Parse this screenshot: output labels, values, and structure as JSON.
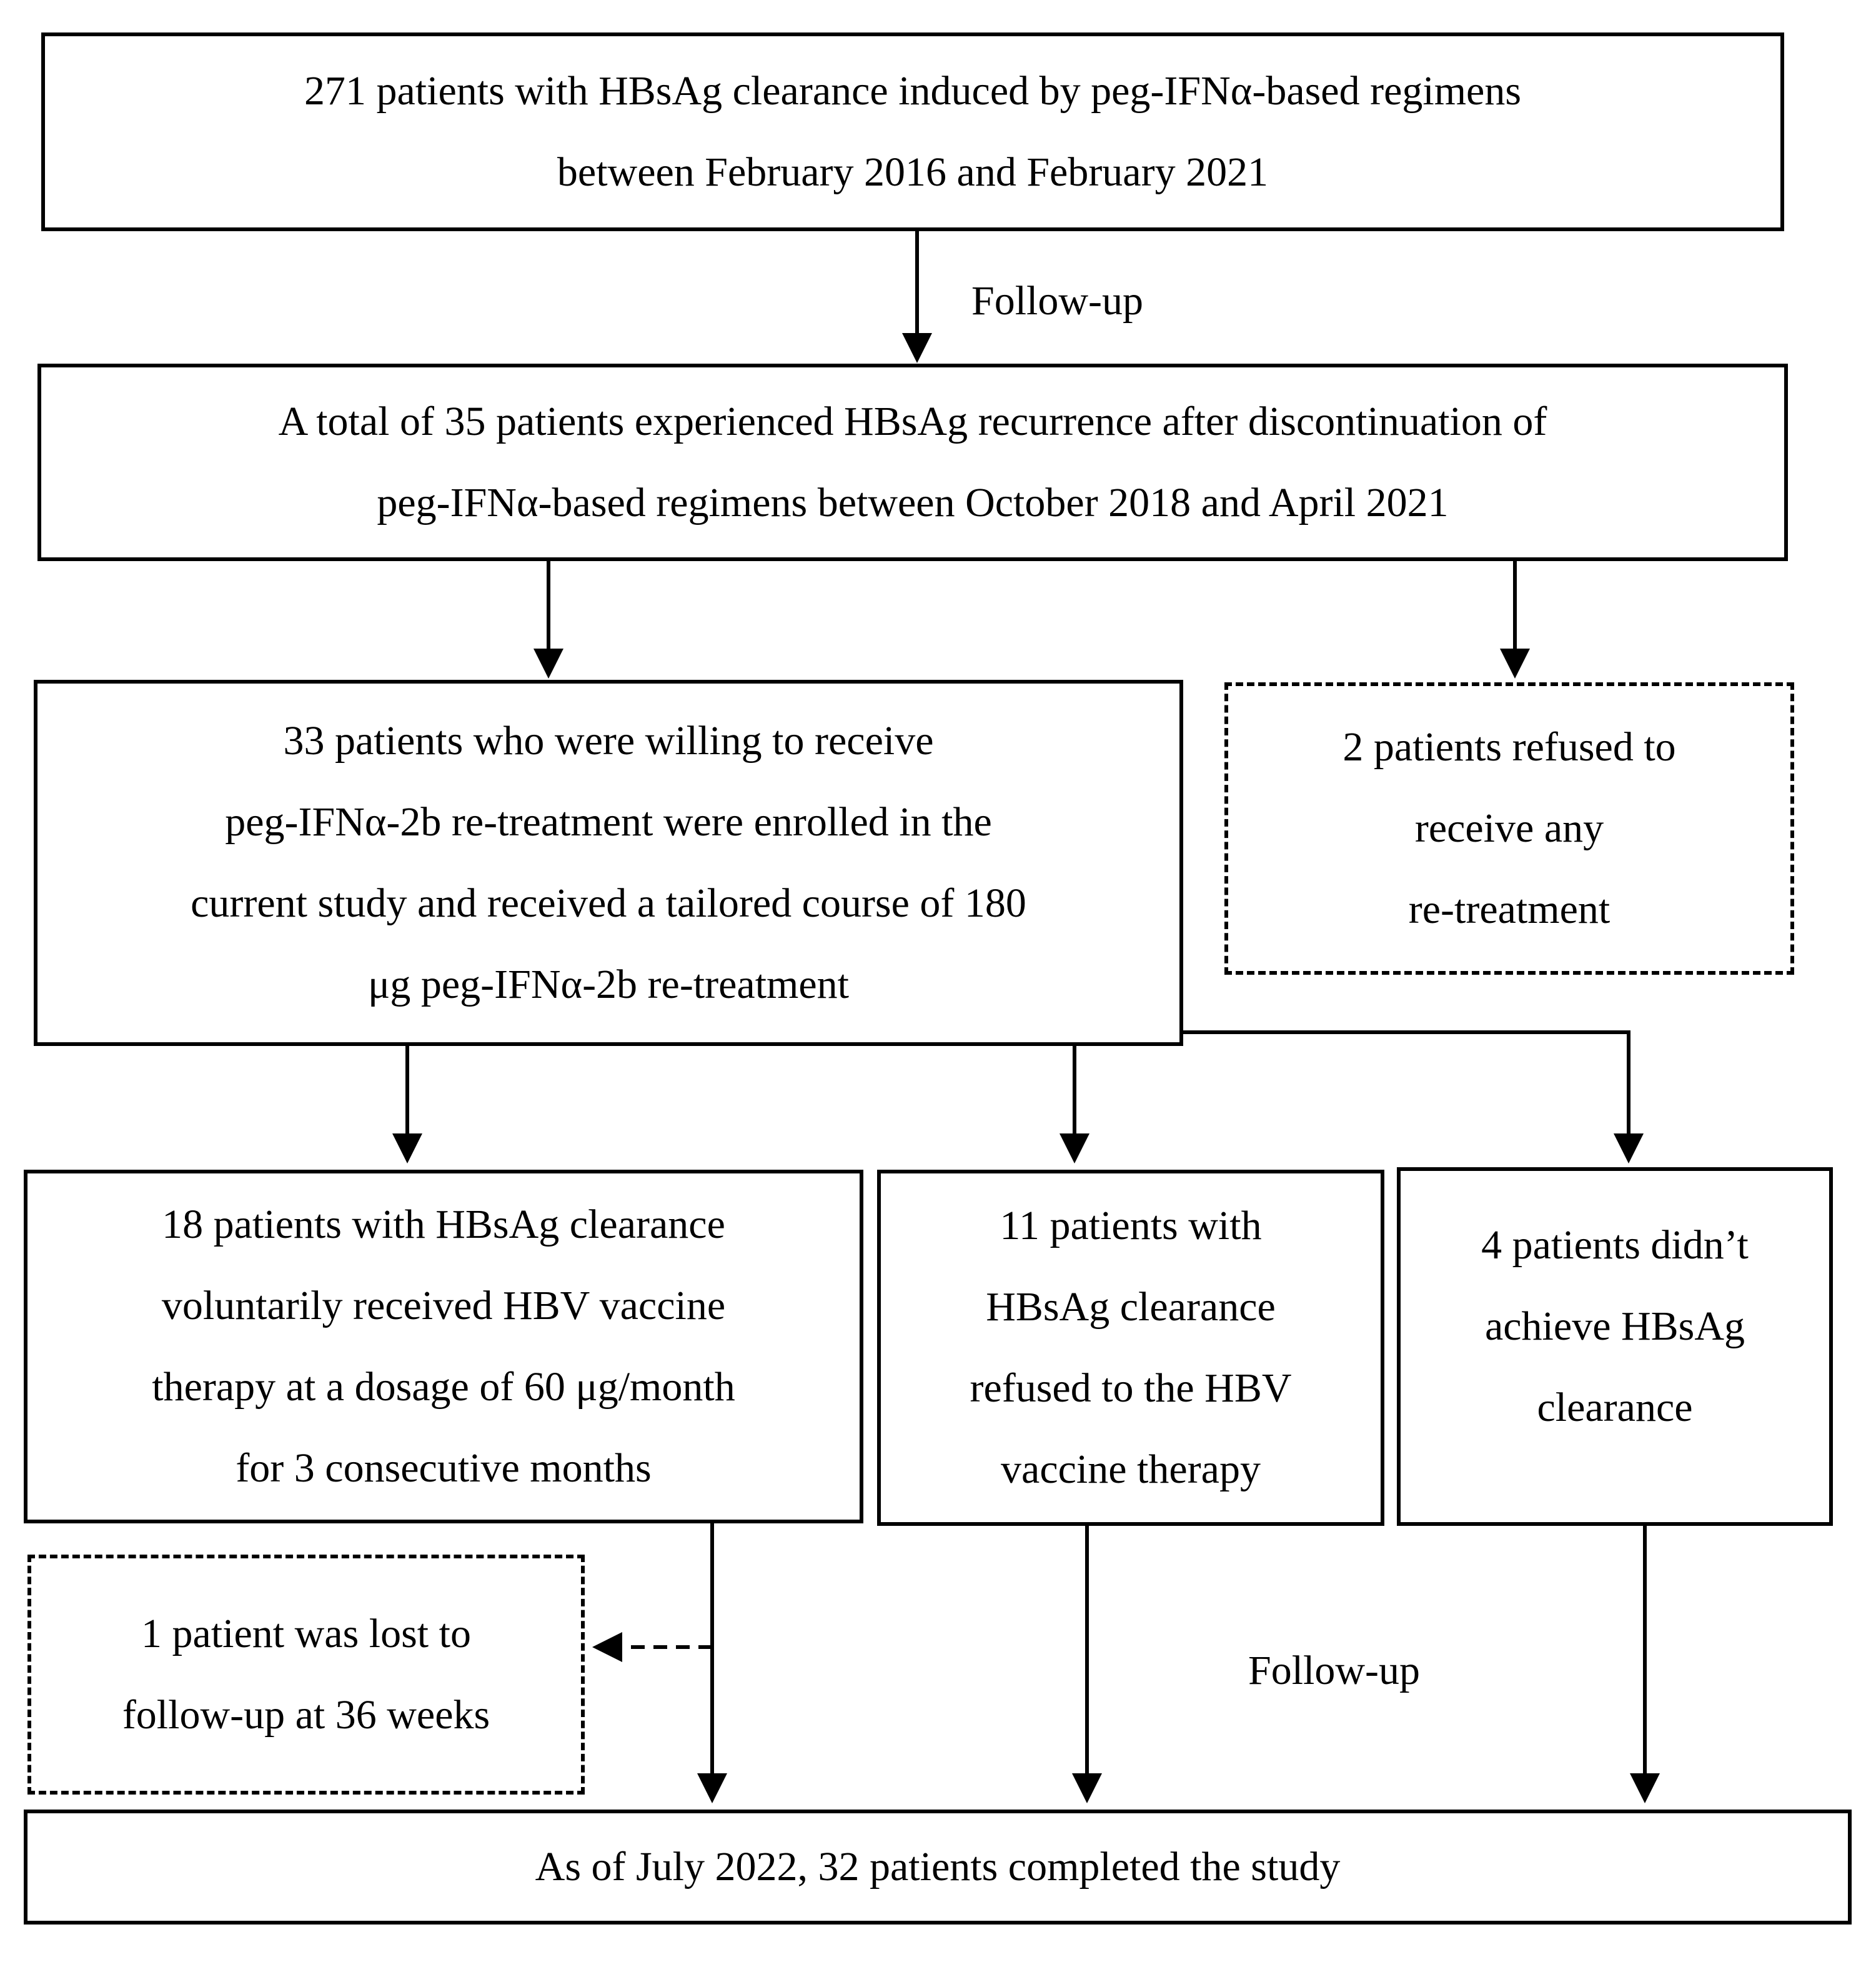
{
  "boxes": {
    "screened": {
      "lines": [
        "271 patients with HBsAg clearance induced by peg-IFNα-based regimens",
        "between February 2016 and February 2021"
      ]
    },
    "recurrence": {
      "lines": [
        "A total of 35 patients experienced HBsAg recurrence after discontinuation of",
        "peg-IFNα-based regimens between October 2018 and April 2021"
      ]
    },
    "enrolled": {
      "lines": [
        "33 patients who were willing to receive",
        "peg-IFNα-2b re-treatment were enrolled in the",
        "current study and received a tailored course of 180",
        "μg peg-IFNα-2b re-treatment"
      ]
    },
    "refused_retreatment": {
      "lines": [
        "2 patients refused to",
        "receive any",
        "re-treatment"
      ]
    },
    "vaccine_group": {
      "lines": [
        "18 patients with HBsAg clearance",
        "voluntarily received HBV vaccine",
        "therapy at a dosage of 60 μg/month",
        "for 3 consecutive months"
      ]
    },
    "no_vaccine_group": {
      "lines": [
        "11 patients with",
        "HBsAg clearance",
        "refused to the HBV",
        "vaccine therapy"
      ]
    },
    "no_clearance_group": {
      "lines": [
        "4 patients didn’t",
        "achieve HBsAg",
        "clearance"
      ]
    },
    "lost_followup": {
      "lines": [
        "1 patient was lost to",
        "follow-up at 36 weeks"
      ]
    },
    "completed": {
      "lines": [
        "As of July 2022, 32 patients completed the study"
      ]
    }
  },
  "labels": {
    "followup_top": "Follow-up",
    "followup_bottom": "Follow-up"
  }
}
